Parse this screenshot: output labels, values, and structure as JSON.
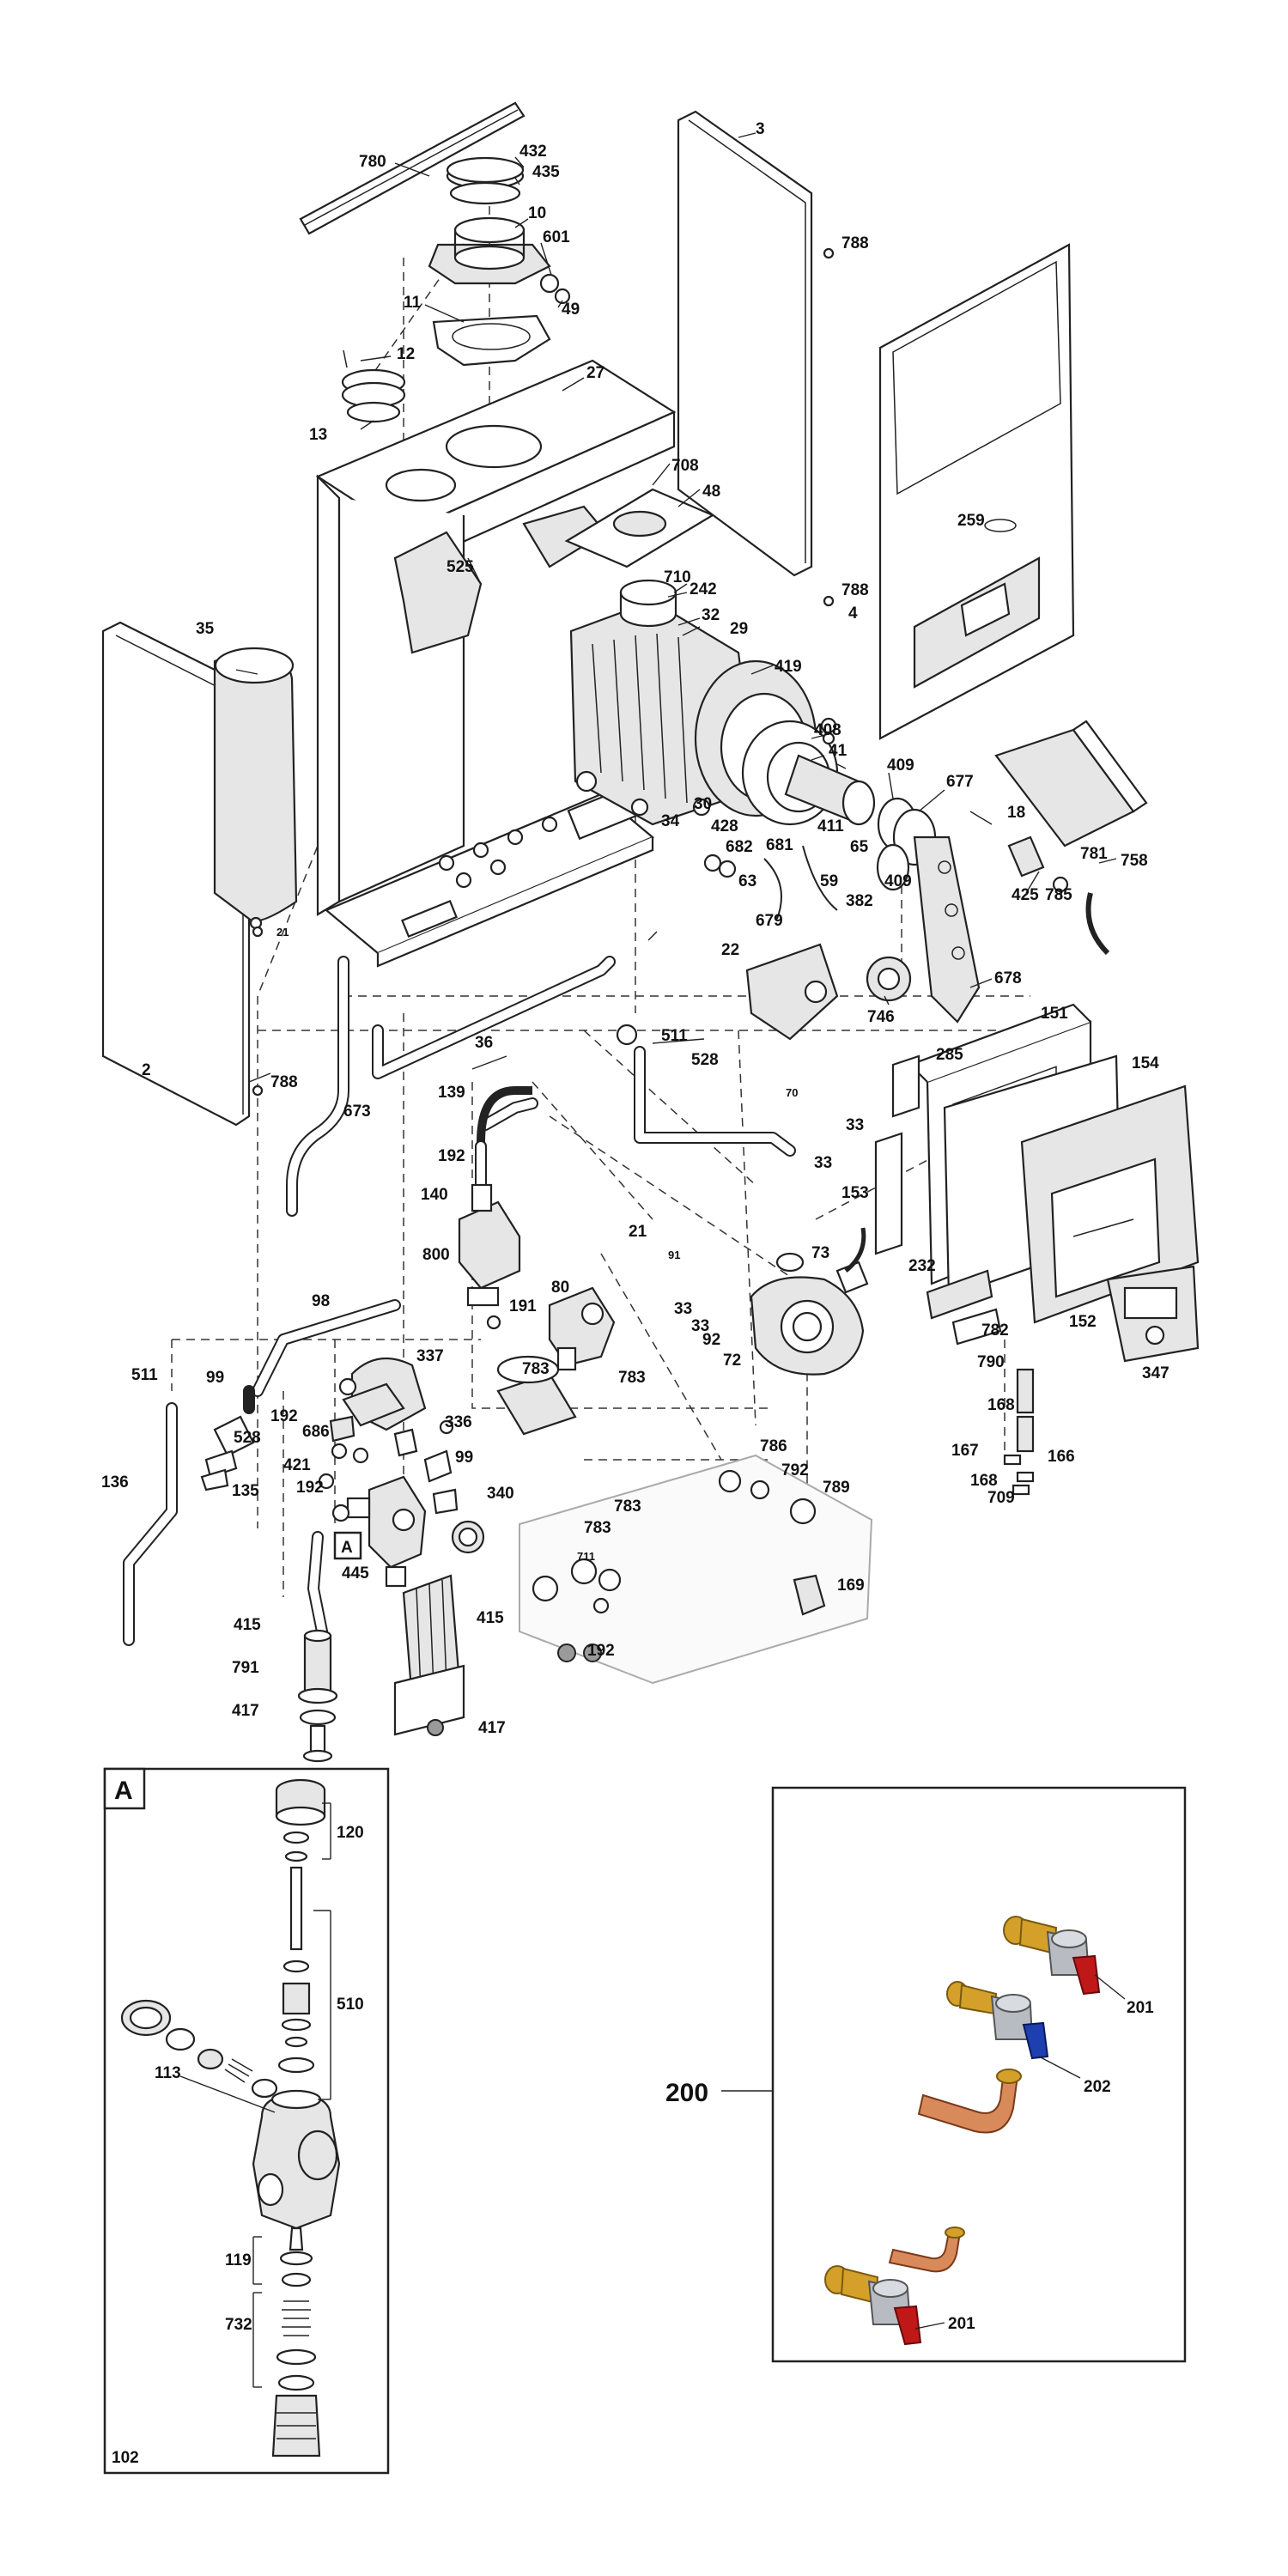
{
  "labels": {
    "p780": "780",
    "p432": "432",
    "p435": "435",
    "p10": "10",
    "p601": "601",
    "p49": "49",
    "p3": "3",
    "p788a": "788",
    "p11": "11",
    "p12": "12",
    "p13": "13",
    "p27": "27",
    "p708": "708",
    "p48": "48",
    "p259": "259",
    "p525": "525",
    "p710": "710",
    "p242": "242",
    "p788b": "788",
    "p4": "4",
    "p35": "35",
    "p32": "32",
    "p29": "29",
    "p419": "419",
    "p408": "408",
    "p41": "41",
    "p409a": "409",
    "p677": "677",
    "p30": "30",
    "p428": "428",
    "p682": "682",
    "p34": "34",
    "p411": "411",
    "p65": "65",
    "p681": "681",
    "p63": "63",
    "p59": "59",
    "p409b": "409",
    "p382": "382",
    "p679": "679",
    "p18": "18",
    "p781": "781",
    "p758": "758",
    "p425": "425",
    "p785": "785",
    "p21a": "21",
    "p22": "22",
    "p746": "746",
    "p678": "678",
    "p511a": "511",
    "p528a": "528",
    "p36": "36",
    "p2": "2",
    "p788c": "788",
    "p673": "673",
    "p139": "139",
    "p70": "70",
    "p33a": "33",
    "p33b": "33",
    "p151": "151",
    "p285": "285",
    "p154": "154",
    "p153": "153",
    "p192a": "192",
    "p140": "140",
    "p21b": "21",
    "p91": "91",
    "p73": "73",
    "p800": "800",
    "p80": "80",
    "p33c": "33",
    "p33d": "33",
    "p232": "232",
    "p782": "782",
    "p152": "152",
    "p98": "98",
    "p191": "191",
    "p92": "92",
    "p72": "72",
    "p337": "337",
    "p511b": "511",
    "p99a": "99",
    "p783a": "783",
    "p783b": "783",
    "p790": "790",
    "p347": "347",
    "p192b": "192",
    "p336": "336",
    "p528b": "528",
    "p686": "686",
    "p168a": "168",
    "p786": "786",
    "p792": "792",
    "p167": "167",
    "p166": "166",
    "p136": "136",
    "p135": "135",
    "p421": "421",
    "p99b": "99",
    "p168b": "168",
    "p709": "709",
    "p789": "789",
    "p192c": "192",
    "p340": "340",
    "p783c": "783",
    "p783d": "783",
    "p711": "711",
    "pA": "A",
    "p445": "445",
    "p169": "169",
    "p415a": "415",
    "p415b": "415",
    "p791": "791",
    "p192d": "192",
    "p417a": "417",
    "p417b": "417"
  },
  "inset_a": {
    "tag": "A",
    "labels": {
      "p120": "120",
      "p510": "510",
      "p113": "113",
      "p119": "119",
      "p732": "732",
      "p102": "102"
    }
  },
  "inset_b": {
    "labels": {
      "p200": "200",
      "p201a": "201",
      "p202": "202",
      "p201b": "201"
    }
  },
  "colors": {
    "brass": "#d4a02a",
    "copper": "#d98a5a",
    "red_handle": "#c01818",
    "blue_handle": "#1e3fb0",
    "steel": "#b8bcc2"
  }
}
